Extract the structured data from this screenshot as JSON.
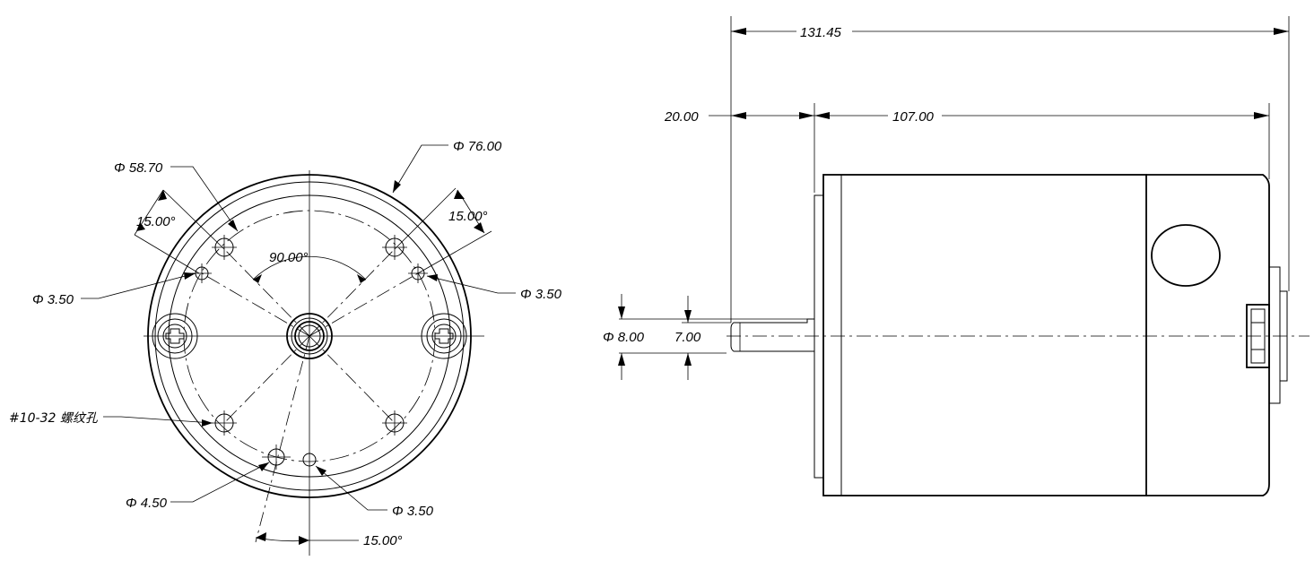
{
  "front_view": {
    "outer_diameter": "Φ 76.00",
    "bolt_circle_diameter": "Φ 58.70",
    "angle_upper_left": "15.00°",
    "angle_upper_right": "15.00°",
    "angle_center": "90.00°",
    "hole_left": "Φ 3.50",
    "hole_right": "Φ 3.50",
    "thread_hole": "#10-32 螺纹孔",
    "hole_bottom_left": "Φ 4.50",
    "hole_bottom_right": "Φ 3.50",
    "angle_bottom": "15.00°"
  },
  "side_view": {
    "overall_length": "131.45",
    "shaft_length": "20.00",
    "body_length": "107.00",
    "shaft_diameter": "Φ 8.00",
    "flat_height": "7.00"
  }
}
